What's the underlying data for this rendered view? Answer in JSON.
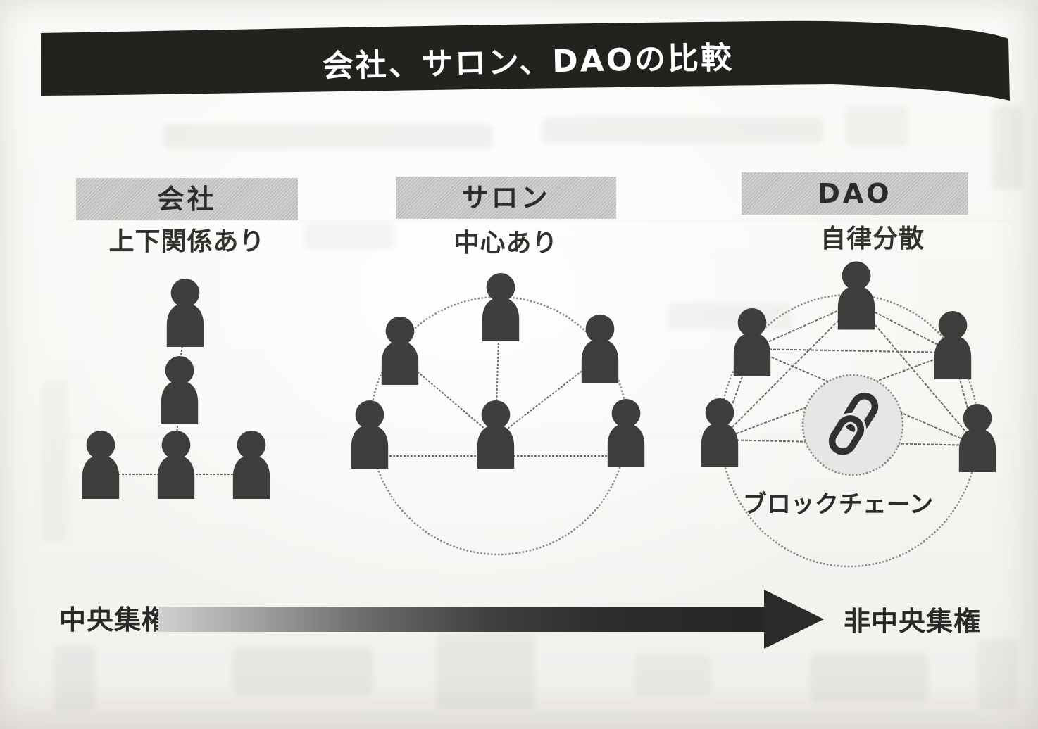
{
  "banner": {
    "title": "会社、サロン、DAOの比較"
  },
  "columns": [
    {
      "header": "会社",
      "subtitle": "上下関係あり"
    },
    {
      "header": "サロン",
      "subtitle": "中心あり"
    },
    {
      "header": "DAO",
      "subtitle": "自律分散"
    }
  ],
  "dao": {
    "center_label": "ブロックチェーン",
    "center_icon": "chain-link-icon"
  },
  "axis": {
    "left": "中央集権",
    "right": "非中央集権",
    "direction": "left-to-right"
  },
  "diagrams": {
    "company": {
      "type": "hierarchy",
      "levels": [
        1,
        1,
        3
      ],
      "people": 5
    },
    "salon": {
      "type": "hub-and-spoke",
      "outer_people": 5,
      "center_people": 1
    },
    "dao": {
      "type": "mesh-network",
      "people": 5,
      "hub": "blockchain"
    }
  },
  "colors": {
    "banner": "#23221f",
    "header_box": "#c6c5c4",
    "person": "#403e3c",
    "connector": "#6b6966",
    "circle_stroke": "#8a8886",
    "blockchain_circle_fill": "#e7e6e4",
    "arrow_dark": "#2b2a28",
    "arrow_light": "#d0d0cf",
    "page_bg": "#f7f6f3"
  }
}
